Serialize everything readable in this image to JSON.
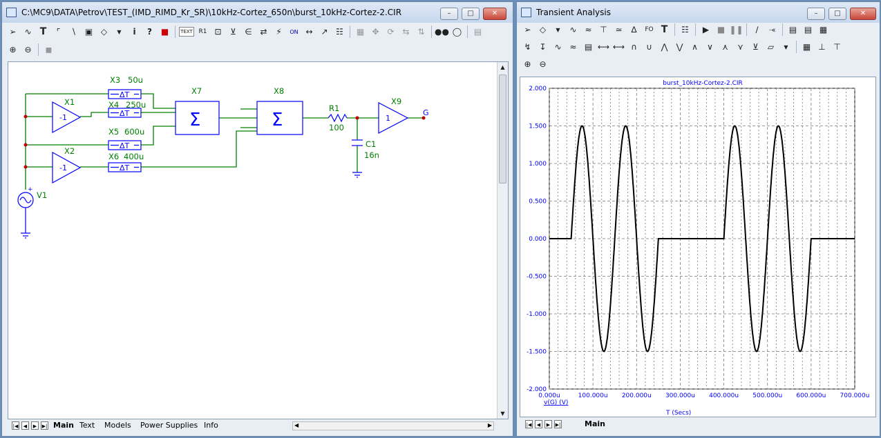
{
  "schematic": {
    "title": "C:\\MC9\\DATA\\Petrov\\TEST_(IMD_RIMD_Kr_SR)\\10kHz-Cortez_650n\\burst_10kHz-Cortez-2.CIR",
    "components": {
      "x1": {
        "name": "X1",
        "gain": "-1"
      },
      "x2": {
        "name": "X2",
        "gain": "-1"
      },
      "x3": {
        "name": "X3",
        "value": "50u",
        "sym": "ΔT"
      },
      "x4": {
        "name": "X4",
        "value": "250u",
        "sym": "ΔT"
      },
      "x5": {
        "name": "X5",
        "value": "600u",
        "sym": "ΔT"
      },
      "x6": {
        "name": "X6",
        "value": "400u",
        "sym": "ΔT"
      },
      "x7": {
        "name": "X7",
        "sym": "Σ"
      },
      "x8": {
        "name": "X8",
        "sym": "Σ"
      },
      "x9": {
        "name": "X9",
        "gain": "1"
      },
      "r1": {
        "name": "R1",
        "value": "100"
      },
      "c1": {
        "name": "C1",
        "value": "16n"
      },
      "v1": {
        "name": "V1"
      },
      "node": "G"
    },
    "tabs": [
      "Main",
      "Text",
      "Models",
      "Power Supplies",
      "Info"
    ],
    "active_tab": "Main"
  },
  "analysis": {
    "title": "Transient Analysis",
    "plot_title": "burst_10kHz-Cortez-2.CIR",
    "waveform_label": "v(G) (V)",
    "tabs": [
      "Main"
    ],
    "active_tab": "Main"
  },
  "colors": {
    "schematic_wire": "#008000",
    "component": "#0000ff",
    "trace": "#000000",
    "axis_label": "#0000ff"
  },
  "chart_data": {
    "type": "line",
    "title": "burst_10kHz-Cortez-2.CIR",
    "xlabel": "T (Secs)",
    "ylabel": "v(G) (V)",
    "xlim": [
      0,
      700
    ],
    "ylim": [
      -2,
      2
    ],
    "x_ticks": [
      "0.000u",
      "100.000u",
      "200.000u",
      "300.000u",
      "400.000u",
      "500.000u",
      "600.000u",
      "700.000u"
    ],
    "y_ticks": [
      "2.000",
      "1.500",
      "1.000",
      "0.500",
      "0.000",
      "-0.500",
      "-1.000",
      "-1.500",
      "-2.000"
    ],
    "grid": true,
    "series": [
      {
        "bursts": [
          [
            50,
            250
          ],
          [
            400,
            600
          ]
        ],
        "amplitude": 1.5,
        "frequency_khz": 10
      }
    ]
  }
}
